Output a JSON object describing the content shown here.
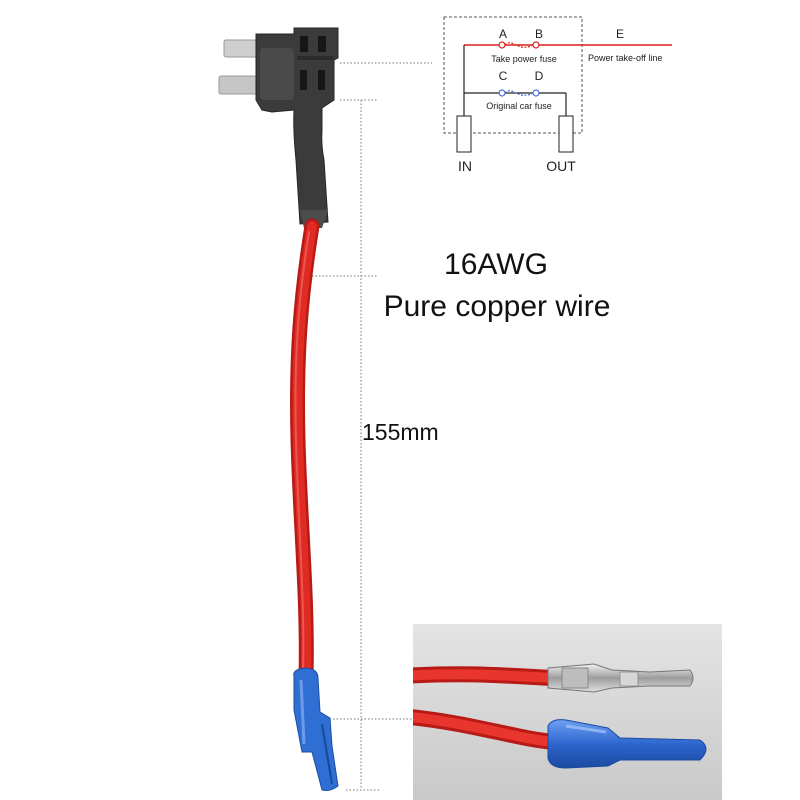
{
  "spec": {
    "gauge": "16AWG",
    "material": "Pure copper wire"
  },
  "dimension": {
    "length": "155mm"
  },
  "schematic": {
    "point_a": "A",
    "point_b": "B",
    "point_c": "C",
    "point_d": "D",
    "point_e": "E",
    "take_power_fuse": "Take power fuse",
    "power_takeoff_line": "Power take-off line",
    "original_car_fuse": "Original car fuse",
    "in_label": "IN",
    "out_label": "OUT"
  },
  "colors": {
    "wire": "#d8231f",
    "fuse_holder": "#3a3a3a",
    "terminal_insulator": "#2a6fd1",
    "blade": "#c9c9c9",
    "schematic_red": "#d8231f",
    "schematic_blue": "#4a6bd6"
  }
}
